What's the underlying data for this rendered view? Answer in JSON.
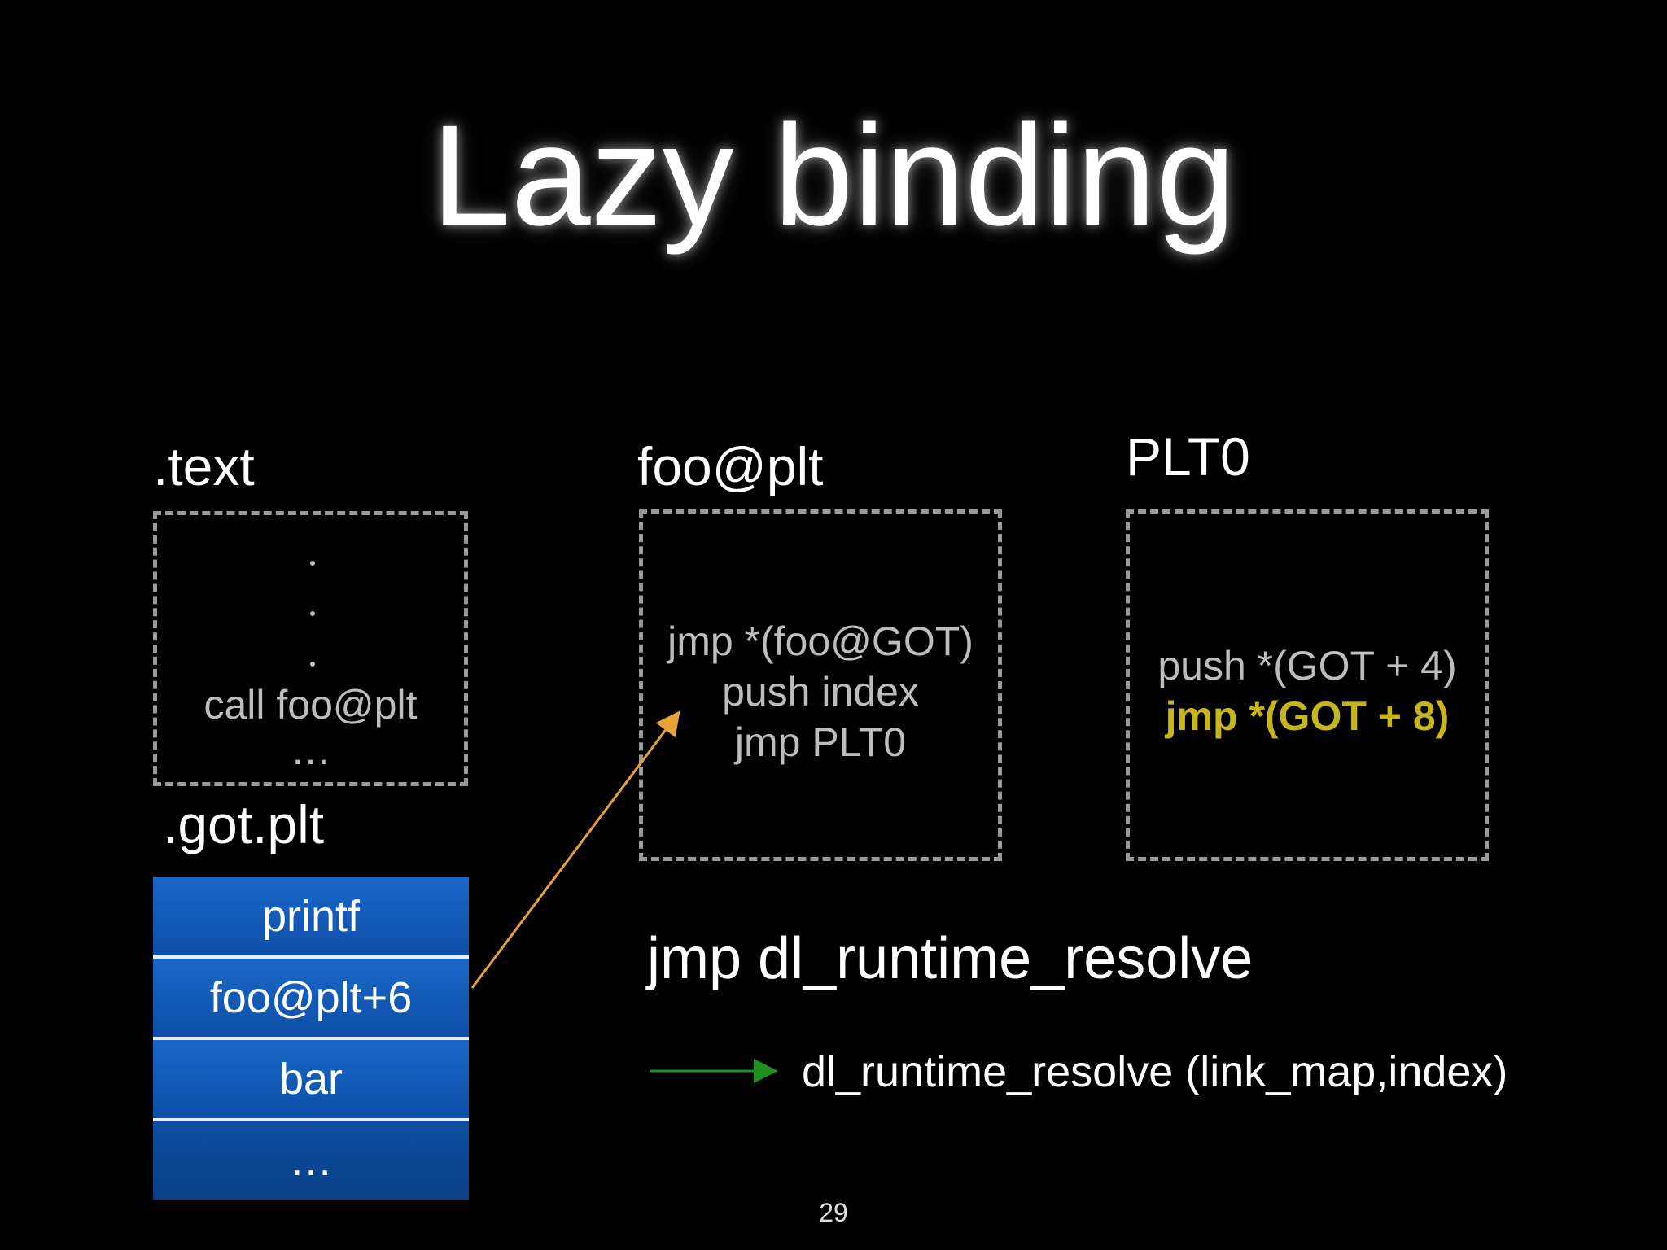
{
  "title": "Lazy binding",
  "text_section": {
    "label": ".text",
    "call_line": "call foo@plt",
    "ellipsis": "…"
  },
  "foo_plt": {
    "label": "foo@plt",
    "lines": [
      "jmp *(foo@GOT)",
      "push index",
      "jmp PLT0"
    ]
  },
  "plt0": {
    "label": "PLT0",
    "line1": "push *(GOT + 4)",
    "line2": "jmp *(GOT + 8)"
  },
  "got_plt": {
    "label": ".got.plt",
    "rows": [
      "printf",
      "foo@plt+6",
      "bar",
      "…"
    ]
  },
  "runtime": {
    "jmp_text": "jmp dl_runtime_resolve",
    "call_text": "dl_runtime_resolve (link_map,index)"
  },
  "colors": {
    "highlight": "#c7b51c",
    "orange_arrow": "#e8a23a",
    "green_arrow": "#1f8f1f",
    "table_blue": "#1565c0"
  },
  "page_number": "29"
}
